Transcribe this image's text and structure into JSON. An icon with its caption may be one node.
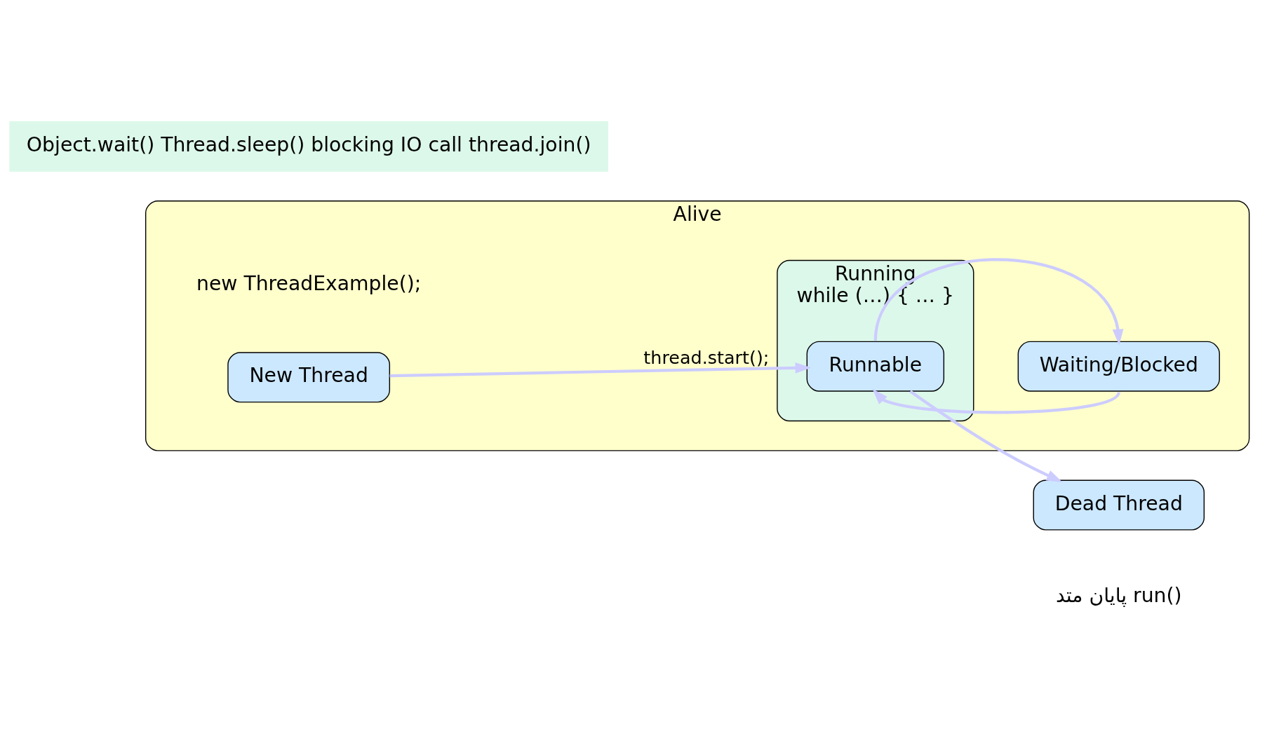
{
  "diagram": {
    "nodes": [
      {
        "text": [
          "Alive"
        ]
      },
      {
        "text": [
          "Running",
          "while (…) { … }"
        ],
        "in": 0
      },
      {
        "text": [
          "New Thread"
        ],
        "in": 0,
        "beside": [
          "new ThreadExample();"
        ]
      },
      {
        "text": [
          "Runnable"
        ],
        "in": 1
      },
      {
        "text": [
          "Waiting/Blocked"
        ],
        "in": 0
      },
      {
        "text": [
          "Dead Thread"
        ],
        "beside": [
          "پایان متد run()"
        ]
      },
      {
        "text": [
          "Object.wait() Thread.sleep() blocking IO call thread.join()"
        ]
      }
    ],
    "edges": [
      {
        "from": 2,
        "to": 3,
        "arrow": "to",
        "label": "thread.start();"
      },
      {
        "from": 3,
        "to": 5,
        "arrow": "to"
      },
      {
        "from": 4,
        "to": 3,
        "arrow": "to"
      },
      {
        "from": 3,
        "to": 4,
        "arrow": "to"
      }
    ]
  }
}
